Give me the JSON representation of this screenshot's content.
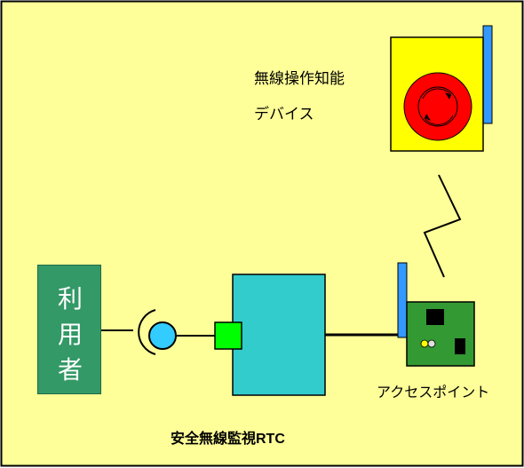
{
  "colors": {
    "background": "#FFFF99",
    "border": "#000000",
    "user_box": "#339966",
    "rtc_box": "#33CCCC",
    "rtc_port": "#00FF00",
    "sensor_circle": "#33CCFF",
    "antenna": "#3399FF",
    "device_body": "#FFFF00",
    "emergency_button": "#FF0000",
    "access_point_board": "#339933"
  },
  "icons": {
    "sensor": "sensor-icon",
    "emergency_stop": "emergency-stop-button-icon",
    "antenna": "antenna-icon",
    "wireless_link": "wireless-link-icon"
  },
  "labels": {
    "device_line1": "無線操作知能",
    "device_line2": "デバイス",
    "access_point": "アクセスポイント",
    "rtc": "安全無線監視RTC"
  },
  "user": {
    "chars": [
      "利",
      "用",
      "者"
    ]
  }
}
